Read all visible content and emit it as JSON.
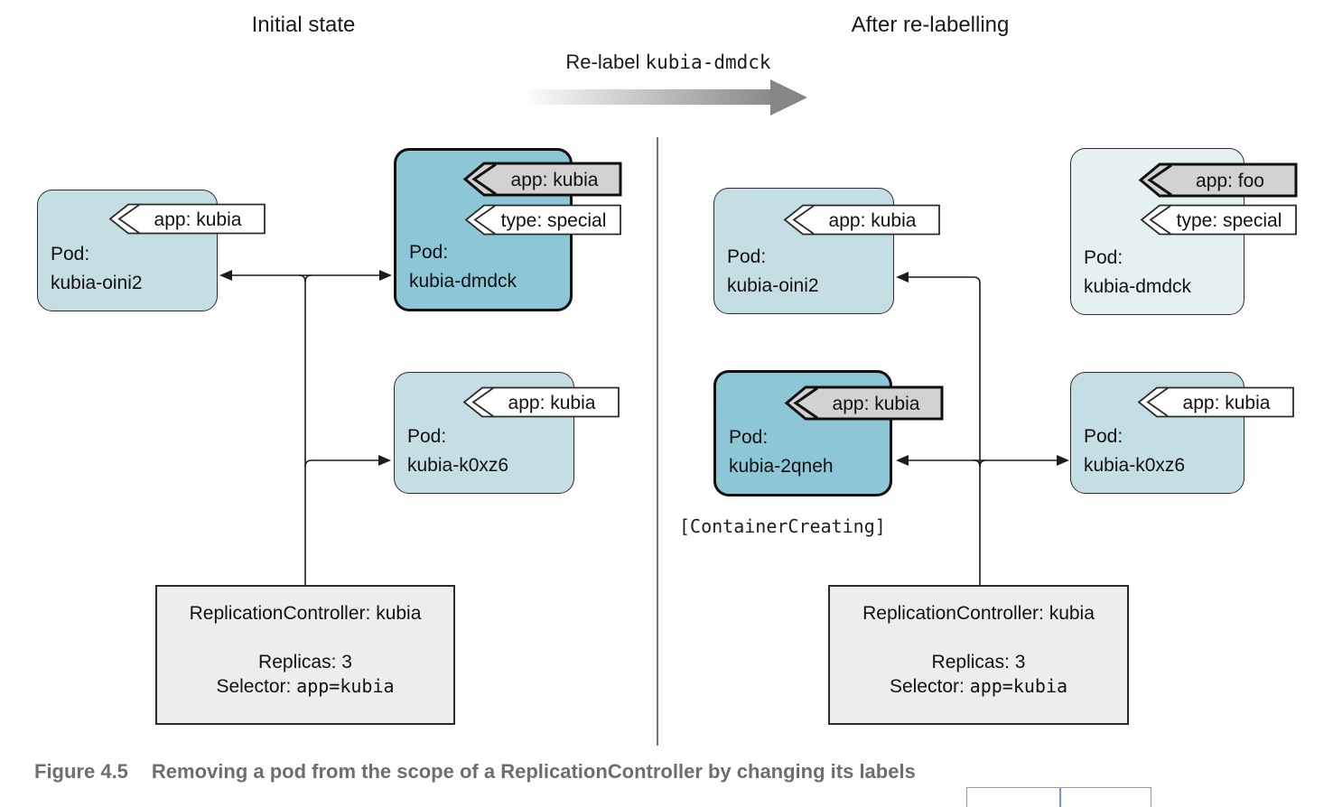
{
  "titles": {
    "initial": "Initial state",
    "after": "After re-labelling"
  },
  "relabel": {
    "prefix": "Re-label",
    "pod": "kubia-dmdck"
  },
  "panels": {
    "initial": {
      "pods": [
        {
          "title": "Pod:",
          "name": "kubia-oini2",
          "labels": [
            "app: kubia"
          ]
        },
        {
          "title": "Pod:",
          "name": "kubia-dmdck",
          "labels": [
            "app: kubia",
            "type: special"
          ]
        },
        {
          "title": "Pod:",
          "name": "kubia-k0xz6",
          "labels": [
            "app: kubia"
          ]
        }
      ],
      "rc": {
        "name": "ReplicationController: kubia",
        "replicas": "Replicas: 3",
        "selector_prefix": "Selector:",
        "selector_value": "app=kubia"
      }
    },
    "after": {
      "pods": [
        {
          "title": "Pod:",
          "name": "kubia-oini2",
          "labels": [
            "app: kubia"
          ]
        },
        {
          "title": "Pod:",
          "name": "kubia-dmdck",
          "labels": [
            "app: foo",
            "type: special"
          ]
        },
        {
          "title": "Pod:",
          "name": "kubia-2qneh",
          "labels": [
            "app: kubia"
          ]
        },
        {
          "title": "Pod:",
          "name": "kubia-k0xz6",
          "labels": [
            "app: kubia"
          ]
        }
      ],
      "container_creating": "[ContainerCreating]",
      "rc": {
        "name": "ReplicationController: kubia",
        "replicas": "Replicas: 3",
        "selector_prefix": "Selector:",
        "selector_value": "app=kubia"
      }
    }
  },
  "caption": {
    "figure": "Figure 4.5",
    "text": "Removing a pod from the scope of a ReplicationController by changing its labels"
  },
  "colors": {
    "pod_light": "#c5dee4",
    "pod_selected": "#8dc6d4",
    "pod_out_of_scope": "#e5f0f2",
    "tag_gray": "#d2d2d2",
    "tag_white": "#ffffff",
    "rc_fill": "#ededed",
    "line": "#1c1c1c",
    "divider": "#4f4f4f",
    "caption": "#6e6e6e",
    "cursor_blue": "#6497ea",
    "arrow_gradient_start": "#fbfbfb",
    "arrow_gradient_end": "#8a8a8a"
  }
}
